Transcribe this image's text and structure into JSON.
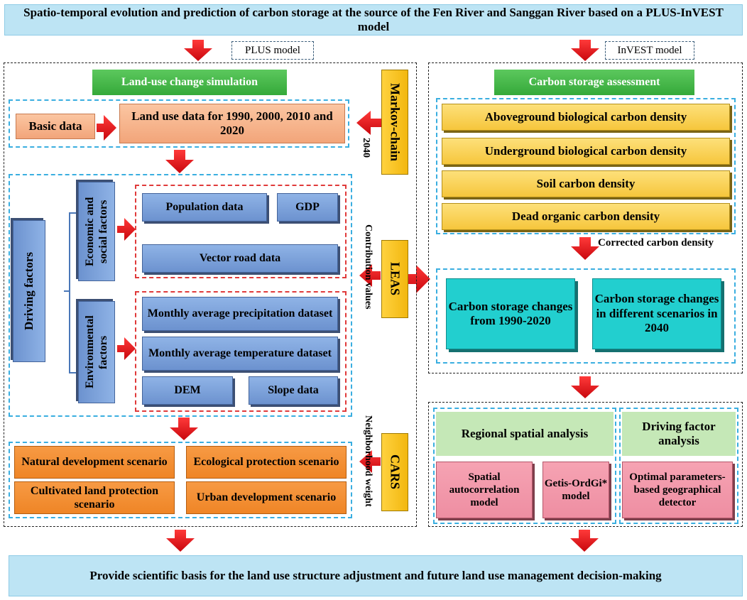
{
  "title": "Spatio-temporal evolution and prediction of carbon storage at the source of the Fen River and Sanggan River based on a PLUS-InVEST model",
  "footer": "Provide scientific basis for the land use structure adjustment and future land use management decision-making",
  "plus": {
    "tag": "PLUS model",
    "header": "Land-use change simulation",
    "basic_data": "Basic data",
    "land_use_data": "Land use data for 1990, 2000, 2010 and 2020",
    "driving_factors": "Driving factors",
    "economic_group": "Economic and social factors",
    "environmental_group": "Environmental factors",
    "population": "Population data",
    "gdp": "GDP",
    "vector_road": "Vector road data",
    "precipitation": "Monthly average precipitation dataset",
    "temperature": "Monthly average temperature dataset",
    "dem": "DEM",
    "slope": "Slope data",
    "scenarios": [
      "Natural development scenario",
      "Ecological protection scenario",
      "Cultivated land protection scenario",
      "Urban development scenario"
    ]
  },
  "modules": {
    "markov": "Markov-chain",
    "markov_year": "2040",
    "leas": "LEAS",
    "leas_label": "Contribution values",
    "cars": "CARS",
    "cars_label": "Neighborhood weight"
  },
  "invest": {
    "tag": "InVEST model",
    "header": "Carbon storage assessment",
    "densities": [
      "Aboveground biological carbon density",
      "Underground biological carbon density",
      "Soil carbon density",
      "Dead organic carbon density"
    ],
    "corrected": "Corrected carbon density",
    "changes_1990_2020": "Carbon storage changes from 1990-2020",
    "changes_2040": "Carbon storage changes in different scenarios in 2040"
  },
  "analysis": {
    "regional": "Regional spatial analysis",
    "driving_factor": "Driving factor analysis",
    "spatial_autocorrelation": "Spatial autocorrelation model",
    "getis": "Getis-OrdGi* model",
    "geodetector": "Optimal parameters-based geographical detector"
  },
  "colors": {
    "arrow": "#e8141b",
    "title_bg": "#bde4f4",
    "green_header": "#35a93a",
    "blue_box": "#7ea3dc",
    "yellow_box": "#f6c63c",
    "cyan_box": "#22cfcf",
    "pink_box": "#ee8ea2",
    "orange_box": "#ef8526"
  }
}
